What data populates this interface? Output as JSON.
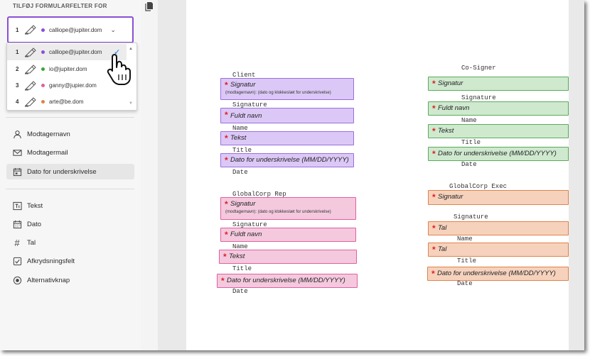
{
  "panel": {
    "title": "TILFØJ FORMULARFELTER FOR",
    "selected": {
      "num": "1",
      "email": "calliope@jupiter.dom",
      "color": "#8a4fd6"
    },
    "recipients": [
      {
        "num": "1",
        "email": "calliope@jupiter.dom",
        "color": "#8a4fd6",
        "selected": true
      },
      {
        "num": "2",
        "email": "io@jupiter.dom",
        "color": "#3aa53a",
        "selected": false
      },
      {
        "num": "3",
        "email": "ganny@jupier.dom",
        "color": "#e05fa0",
        "selected": false
      },
      {
        "num": "4",
        "email": "arte@be.dom",
        "color": "#e0824a",
        "selected": false
      }
    ],
    "fields_group1": [
      {
        "label": "Modtagernavn",
        "icon": "person-icon"
      },
      {
        "label": "Modtagermail",
        "icon": "envelope-icon"
      },
      {
        "label": "Dato for underskrivelse",
        "icon": "calendar-icon",
        "active": true
      }
    ],
    "fields_group2": [
      {
        "label": "Tekst",
        "icon": "text-field-icon"
      },
      {
        "label": "Dato",
        "icon": "calendar-icon"
      },
      {
        "label": "Tal",
        "icon": "hash-icon"
      },
      {
        "label": "Afkrydsningsfelt",
        "icon": "checkbox-icon"
      },
      {
        "label": "Alternativknap",
        "icon": "radio-icon"
      }
    ]
  },
  "document": {
    "client": {
      "heading": "Client",
      "signature_field": "Signatur",
      "signature_sub": "(modtagernavn): (dato og klokkeslæt for underskrivelse)",
      "signature_label": "Signature",
      "name_field": "Fuldt navn",
      "name_label": "Name",
      "title_field": "Tekst",
      "title_label": "Title",
      "date_field": "Dato for underskrivelse (MM/DD/YYYY)",
      "date_label": "Date"
    },
    "cosigner": {
      "heading": "Co-Signer",
      "signature_field": "Signatur",
      "signature_label": "Signature",
      "name_field": "Fuldt navn",
      "name_label": "Name",
      "title_field": "Tekst",
      "title_label": "Title",
      "date_field": "Dato for underskrivelse (MM/DD/YYYY)",
      "date_label": "Date"
    },
    "rep": {
      "heading": "GlobalCorp Rep",
      "signature_field": "Signatur",
      "signature_sub": "(modtagernavn): (dato og klokkeslæt for underskrivelse)",
      "signature_label": "Signature",
      "name_field": "Fuldt navn",
      "name_label": "Name",
      "title_field": "Tekst",
      "title_label": "Title",
      "date_field": "Dato for underskrivelse (MM/DD/YYYY)",
      "date_label": "Date"
    },
    "exec": {
      "heading": "GlobalCorp Exec",
      "signature_field": "Signatur",
      "signature_label": "Signature",
      "name_field": "Tal",
      "name_label": "Name",
      "title_field": "Tal",
      "title_label": "Title",
      "date_field": "Dato for underskrivelse (MM/DD/YYYY)",
      "date_label": "Date"
    }
  }
}
